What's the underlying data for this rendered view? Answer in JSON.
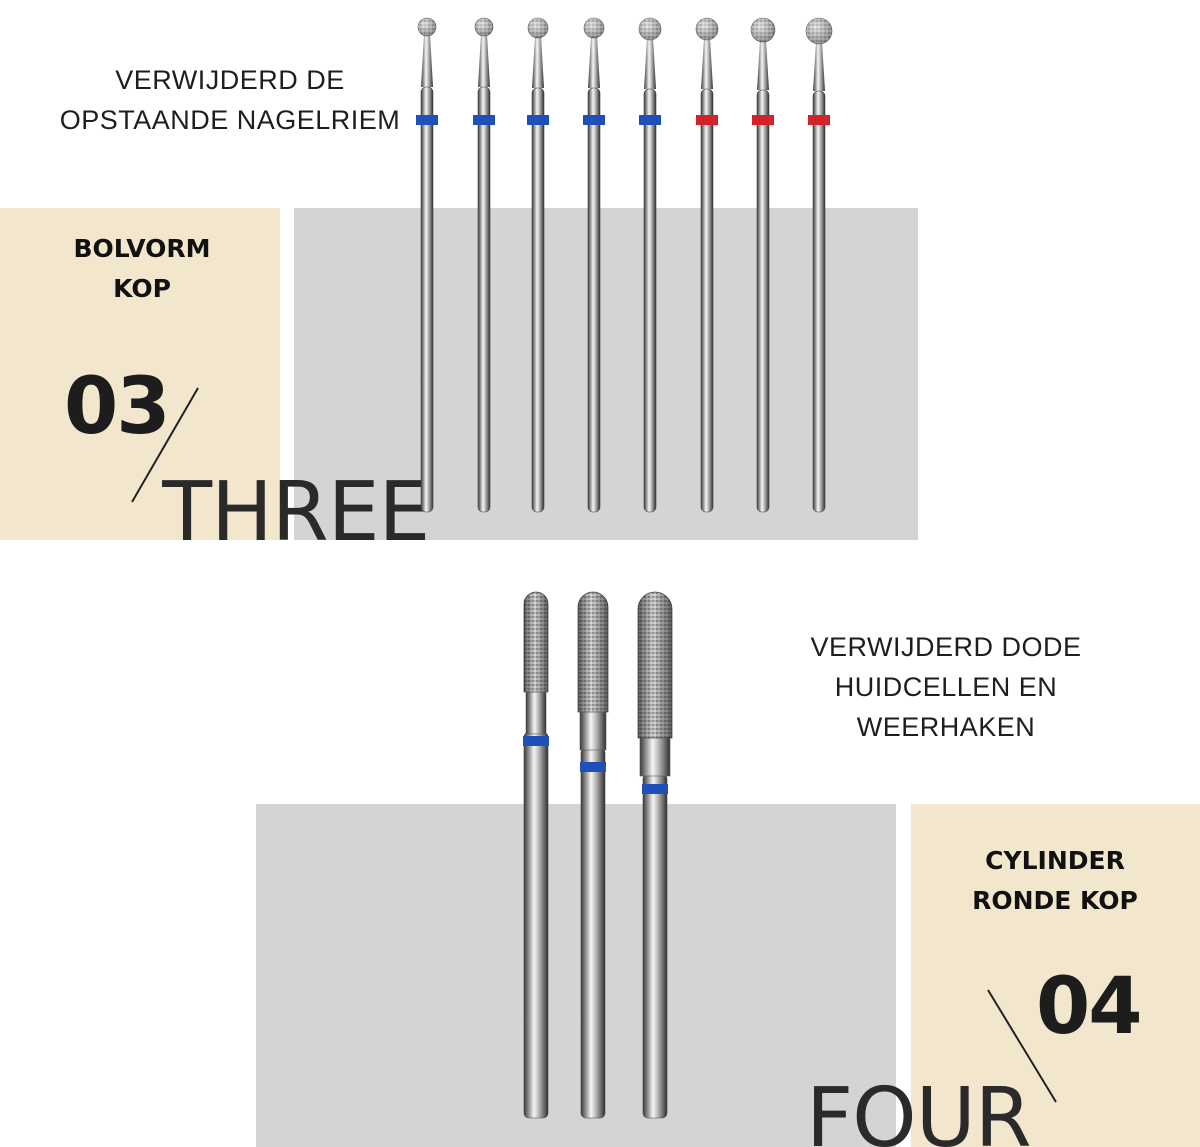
{
  "section_three": {
    "description": [
      "VERWIJDERD DE",
      "OPSTAANDE NAGELRIEM"
    ],
    "label": [
      "BOLVORM",
      "KOP"
    ],
    "number": "03",
    "word": "THREE",
    "bits": [
      {
        "band": "blue"
      },
      {
        "band": "blue"
      },
      {
        "band": "blue"
      },
      {
        "band": "blue"
      },
      {
        "band": "blue"
      },
      {
        "band": "red"
      },
      {
        "band": "red"
      },
      {
        "band": "red"
      }
    ]
  },
  "section_four": {
    "description": [
      "VERWIJDERD DODE",
      "HUIDCELLEN EN",
      "WEERHAKEN"
    ],
    "label": [
      "CYLINDER",
      "RONDE KOP"
    ],
    "number": "04",
    "word": "FOUR",
    "bits": [
      {
        "band": "blue"
      },
      {
        "band": "blue"
      },
      {
        "band": "blue"
      }
    ]
  },
  "colors": {
    "beige_panel": "#f2e6cd",
    "grey_panel": "#d4d4d4",
    "band_blue": "#1f4fb8",
    "band_red": "#d4222a"
  },
  "icons": [
    "ball-head-bur-icon",
    "cylinder-round-bur-icon"
  ]
}
